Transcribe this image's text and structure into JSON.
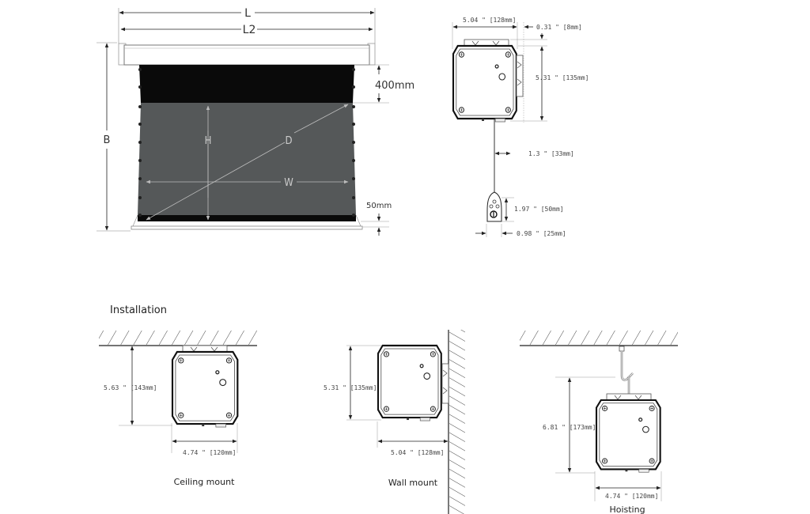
{
  "screen_diagram": {
    "labels": {
      "L": "L",
      "L2": "L2",
      "B": "B",
      "H": "H",
      "D": "D",
      "W": "W",
      "top_drop": "400mm",
      "bottom_bar": "50mm"
    },
    "colors": {
      "screen_surface": "#555859",
      "black_border": "#0a0a0a",
      "housing": "#ffffff"
    }
  },
  "motor_box_diagram": {
    "width": "5.04 \" [128mm]",
    "bracket_depth": "0.31 \" [8mm]",
    "height": "5.31 \" [135mm]",
    "cable_offset": "1.3 \" [33mm]",
    "remote_height": "1.97 \" [50mm]",
    "remote_width": "0.98 \" [25mm]"
  },
  "installation": {
    "heading": "Installation",
    "ceiling_mount": {
      "caption": "Ceiling mount",
      "height": "5.63 \" [143mm]",
      "width": "4.74 \" [120mm]"
    },
    "wall_mount": {
      "caption": "Wall mount",
      "height": "5.31 \" [135mm]",
      "width": "5.04 \" [128mm]"
    },
    "hoisting": {
      "caption": "Hoisting",
      "height": "6.81 \" [173mm]",
      "width": "4.74 \" [120mm]"
    }
  }
}
